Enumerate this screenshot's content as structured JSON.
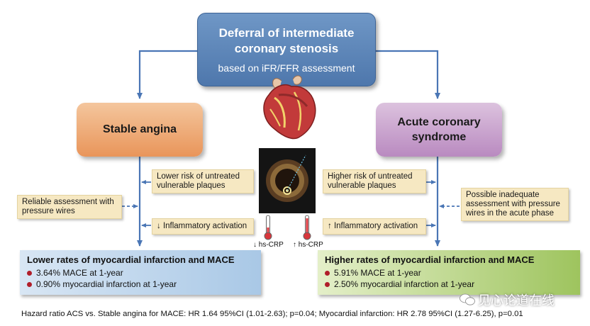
{
  "top": {
    "title": "Deferral of intermediate coronary stenosis",
    "subtitle": "based on iFR/FFR assessment"
  },
  "left_group": {
    "title": "Stable angina",
    "risk_note": "Lower risk of untreated vulnerable plaques",
    "assessment_note": "Reliable assessment with pressure wires",
    "inflammation_note": "↓ Inflammatory activation",
    "crp_label": "↓ hs-CRP"
  },
  "right_group": {
    "title": "Acute coronary syndrome",
    "risk_note": "Higher risk of untreated vulnerable plaques",
    "assessment_note": "Possible inadequate assessment with pressure wires in the acute phase",
    "inflammation_note": "↑ Inflammatory activation",
    "crp_label": "↑ hs-CRP"
  },
  "results": {
    "left": {
      "title": "Lower rates of myocardial infarction and MACE",
      "items": [
        "3.64% MACE at 1-year",
        "0.90% myocardial infarction at 1-year"
      ]
    },
    "right": {
      "title": "Higher rates of myocardial infarction and MACE",
      "items": [
        "5.91% MACE at 1-year",
        "2.50% myocardial infarction at 1-year"
      ]
    }
  },
  "footer": "Hazard ratio ACS vs. Stable angina for MACE: HR 1.64 95%CI (1.01-2.63); p=0.04; Myocardial infarction: HR 2.78 95%CI (1.27-6.25), p=0.01",
  "watermark": "见心论道在线",
  "colors": {
    "arrow": "#4a76b5",
    "top_box": "#5a82b6",
    "stable_box": "#ee a56e",
    "acs_box": "#c9a2cd",
    "note": "#f6e8c2",
    "bullet": "#b01e2a"
  }
}
